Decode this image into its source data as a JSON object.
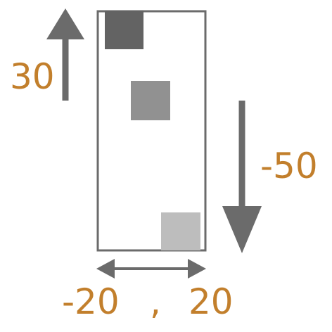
{
  "colors": {
    "background": "#ffffff",
    "frame_stroke": "#6b6b6b",
    "arrow": "#6b6b6b",
    "label": "#c27f2c",
    "square_dark": "#636363",
    "square_mid": "#919191",
    "square_light": "#bdbdbd"
  },
  "labels": {
    "up_value": "30",
    "down_value": "-50",
    "left_value": "-20",
    "separator": ",",
    "right_value": "20"
  },
  "squares": [
    {
      "name": "square-dark",
      "shade": "square_dark"
    },
    {
      "name": "square-mid",
      "shade": "square_mid"
    },
    {
      "name": "square-light",
      "shade": "square_light"
    }
  ],
  "icons": {
    "up": "arrow-up-icon",
    "down": "arrow-down-icon",
    "horizontal": "double-arrow-horizontal-icon"
  }
}
